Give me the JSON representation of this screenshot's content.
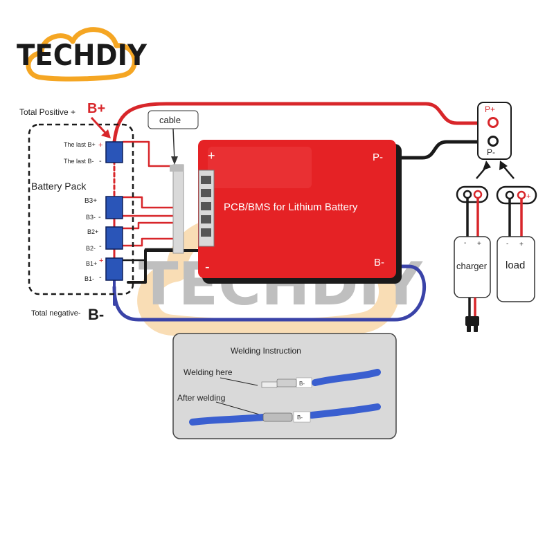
{
  "brand": {
    "logo_text": "TECHDIY",
    "watermark_text": "TECHDIY",
    "logo_color": "#1a1a1a",
    "cloud_color": "#f5a623"
  },
  "battery_pack": {
    "title": "Battery Pack",
    "total_positive": "Total Positive +",
    "total_positive_symbol": "B+",
    "total_negative": "Total negative-",
    "total_negative_symbol": "B-",
    "labels": {
      "last_b_plus": "The last B+",
      "last_b_minus": "The last B-",
      "b3_plus": "B3+",
      "b3_minus": "B3-",
      "b2_plus": "B2+",
      "b2_minus": "B2-",
      "b1_plus": "B1+",
      "b1_minus": "B1-"
    }
  },
  "cable_label": "cable",
  "bms": {
    "title": "PCB/BMS for Lithium Battery",
    "plus": "+",
    "minus": "-",
    "p_minus": "P-",
    "b_minus": "B-",
    "color": "#e52225"
  },
  "terminal": {
    "p_plus": "P+",
    "p_minus": "P-"
  },
  "charger": {
    "label": "charger",
    "minus": "-",
    "plus": "+"
  },
  "load": {
    "label": "load",
    "minus": "-",
    "plus": "+"
  },
  "welding": {
    "title": "Welding Instruction",
    "welding_here": "Welding here",
    "after_welding": "After welding",
    "tag_b_minus": "B-"
  },
  "colors": {
    "wire_red": "#d8262a",
    "wire_black": "#1a1a1a",
    "wire_blue": "#3a43a8",
    "cell_blue": "#2a55b8",
    "panel_gray": "#d9d9d9"
  }
}
